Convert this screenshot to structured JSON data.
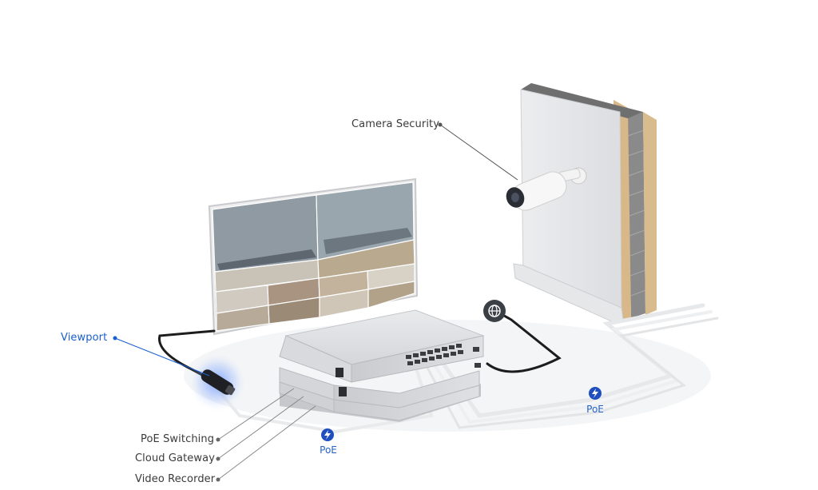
{
  "labels": {
    "camera_security": "Camera Security",
    "viewport": "Viewport",
    "poe_switching": "PoE Switching",
    "cloud_gateway": "Cloud Gateway",
    "video_recorder": "Video Recorder"
  },
  "badges": {
    "poe_left": "PoE",
    "poe_right": "PoE"
  },
  "icons": {
    "poe_badge": "lightning-bolt-icon",
    "internet": "globe-icon"
  },
  "colors": {
    "accent_blue": "#1a5fcf",
    "label_gray": "#3a3a3a",
    "poe_blue": "#1f4fbf"
  }
}
